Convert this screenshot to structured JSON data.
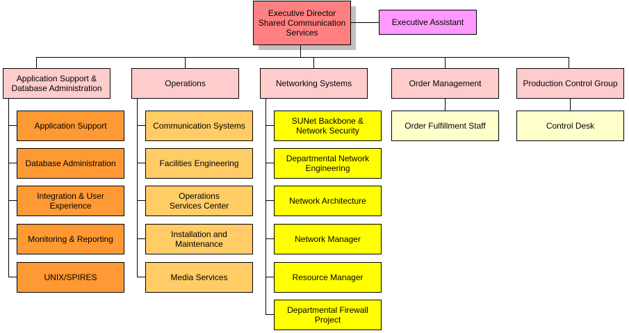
{
  "colors": {
    "executive": "#ff8080",
    "assistant": "#ff99ff",
    "department": "#ffcccc",
    "application_units": "#ff9933",
    "operations_units": "#ffcc66",
    "networking_units": "#ffff00",
    "other_units": "#ffffcc"
  },
  "executive": {
    "title": "Executive Director\nShared Communication\nServices"
  },
  "assistant": {
    "title": "Executive Assistant"
  },
  "departments": [
    {
      "title": "Application Support &\nDatabase Administration",
      "units": [
        "Application Support",
        "Database Administration",
        "Integration & User\nExperience",
        "Monitoring & Reporting",
        "UNIX/SPIRES"
      ]
    },
    {
      "title": "Operations",
      "units": [
        "Communication Systems",
        "Facilities Engineering",
        "Operations\nServices Center",
        "Installation and\nMaintenance",
        "Media Services"
      ]
    },
    {
      "title": "Networking Systems",
      "units": [
        "SUNet Backbone &\nNetwork Security",
        "Departmental Network\nEngineering",
        "Network Architecture",
        "Network Manager",
        "Resource Manager",
        "Departmental Firewall\nProject"
      ]
    },
    {
      "title": "Order Management",
      "units": [
        "Order Fulfillment Staff"
      ]
    },
    {
      "title": "Production Control Group",
      "units": [
        "Control Desk"
      ]
    }
  ]
}
